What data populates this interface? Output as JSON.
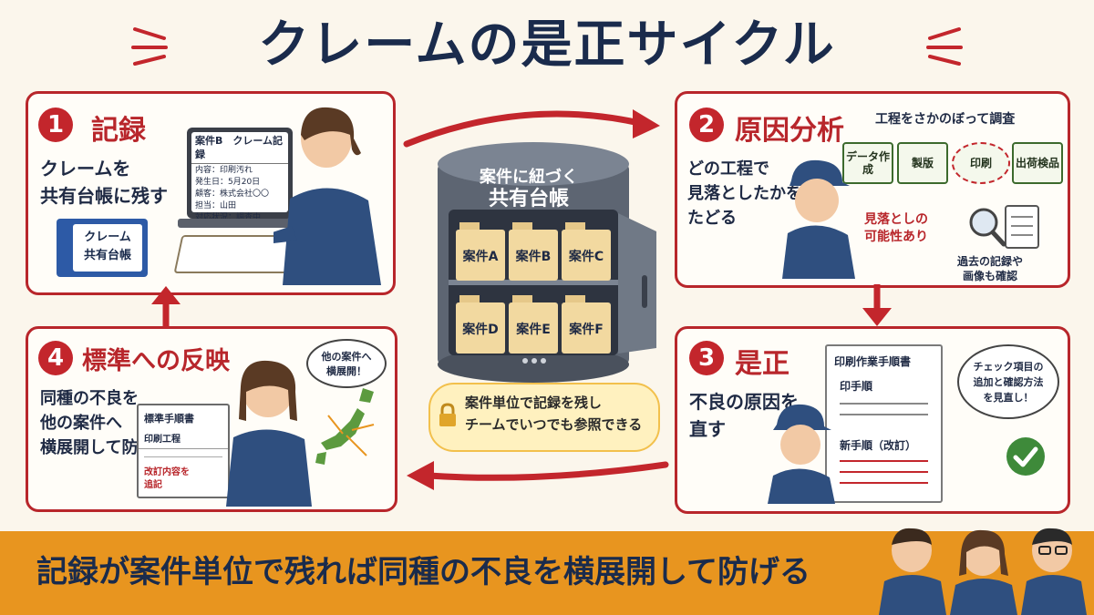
{
  "title": "クレームの是正サイクル",
  "steps": [
    {
      "num": "1",
      "title": "記録",
      "text": [
        "クレームを",
        "共有台帳に残す"
      ],
      "binder_label": [
        "クレーム",
        "共有台帳"
      ],
      "laptop": {
        "header": "案件B　クレーム記録",
        "lines": [
          "内容：印刷汚れ",
          "発生日：5月20日",
          "顧客：株式会社〇〇",
          "担当：山田",
          "対応状況：調査中"
        ]
      }
    },
    {
      "num": "2",
      "title": "原因分析",
      "text": [
        "どの工程で",
        "見落としたかを",
        "たどる"
      ],
      "trace_label": "工程をさかのぼって調査",
      "processes": [
        "データ作成",
        "製版",
        "印刷",
        "出荷検品"
      ],
      "missed_label": [
        "見落としの",
        "可能性あり"
      ],
      "review_label": [
        "過去の記録や",
        "画像も確認"
      ]
    },
    {
      "num": "3",
      "title": "是正",
      "text": [
        "不良の原因を",
        "直す"
      ],
      "doc_title": "印刷作業手順書",
      "doc_section1": "印手順",
      "doc_section2": "新手順（改訂）",
      "bubble": [
        "チェック項目の",
        "追加と確認方法",
        "を見直し！"
      ]
    },
    {
      "num": "4",
      "title": "標準への反映",
      "text": [
        "同種の不良を",
        "他の案件へ",
        "横展開して防ぐ"
      ],
      "book_title": "標準手順書",
      "book_section": "印刷工程",
      "book_note": [
        "改訂内容を",
        "追記"
      ],
      "bubble": [
        "他の案件へ",
        "横展開！"
      ]
    }
  ],
  "center": {
    "cabinet_title": [
      "案件に紐づく",
      "共有台帳"
    ],
    "folders": [
      "案件A",
      "案件B",
      "案件C",
      "案件D",
      "案件E",
      "案件F"
    ],
    "note": [
      "案件単位で記録を残し",
      "チームでいつでも参照できる"
    ]
  },
  "banner": "記録が案件単位で残れば同種の不良を横展開して防げる",
  "colors": {
    "accent_red": "#b8262b",
    "navy": "#1a2b4c",
    "banner_orange": "#e8951f",
    "background": "#fbf6ec"
  }
}
